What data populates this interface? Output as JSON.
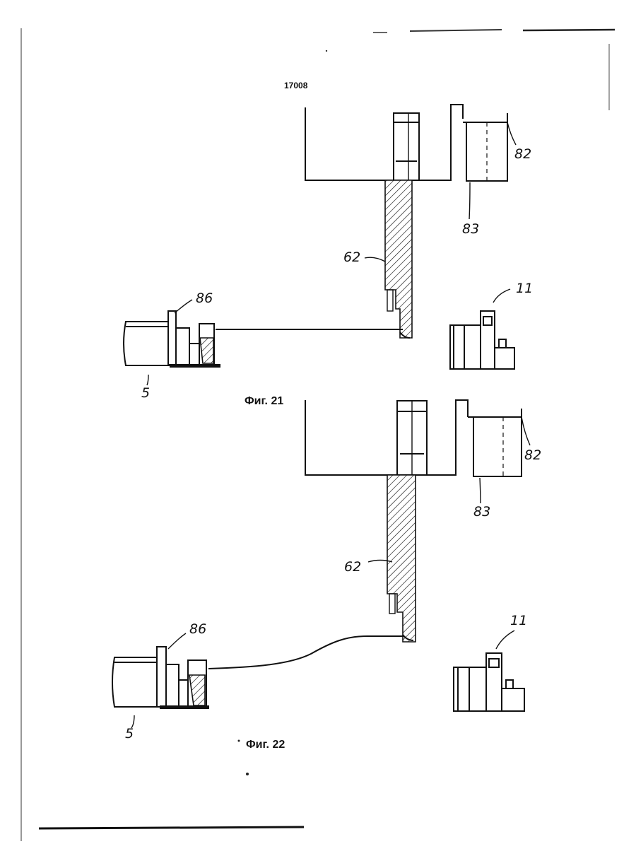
{
  "document": {
    "number": "17008"
  },
  "figures": [
    {
      "caption": "Фиг. 21",
      "labels": {
        "holder": "82",
        "block": "83",
        "blade": "62",
        "clamp": "86",
        "drum": "5",
        "connector": "11"
      }
    },
    {
      "caption": "Фиг. 22",
      "labels": {
        "holder": "82",
        "block": "83",
        "blade": "62",
        "clamp": "86",
        "drum": "5",
        "connector": "11"
      }
    }
  ]
}
